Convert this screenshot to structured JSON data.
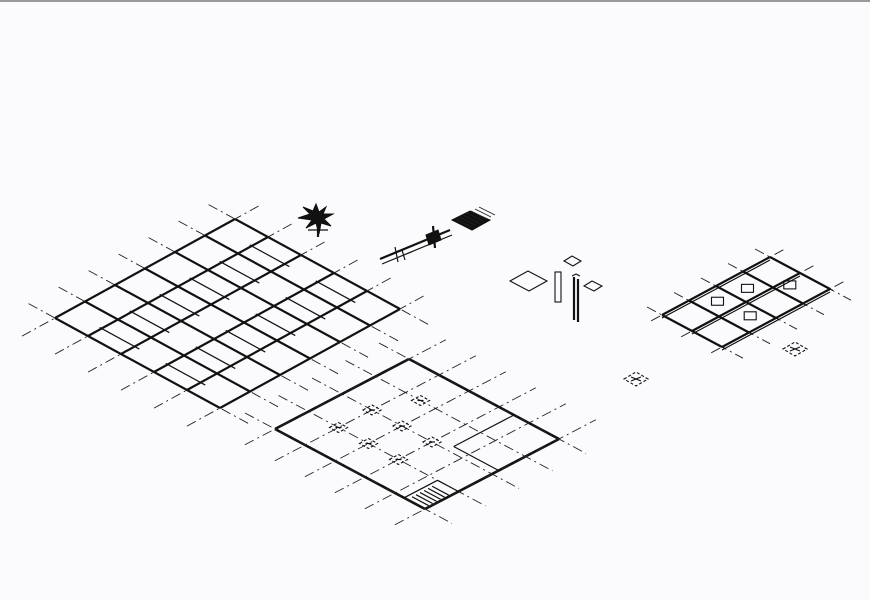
{
  "viewport": {
    "background": "#fbfbfd",
    "frame_color": "#9a9a9a",
    "line_color": "#111111"
  },
  "objects": [
    {
      "name": "structural-grid-frame"
    },
    {
      "name": "tree-symbol"
    },
    {
      "name": "beam-connector-assembly"
    },
    {
      "name": "hatched-plate"
    },
    {
      "name": "floor-plan-slab"
    },
    {
      "name": "column-and-plates"
    },
    {
      "name": "beam-grid-small"
    },
    {
      "name": "footing-markers"
    }
  ]
}
